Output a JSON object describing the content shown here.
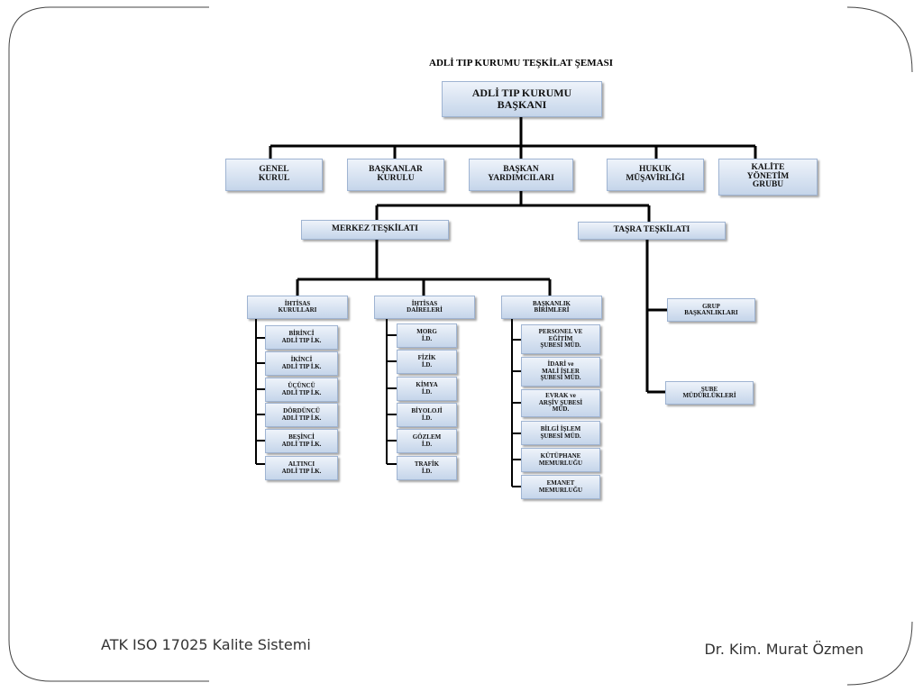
{
  "chart": {
    "title": "ADLİ TIP KURUMU TEŞKİLAT ŞEMASI",
    "president": "ADLİ TIP KURUMU\nBAŞKANI",
    "top_units": [
      "GENEL\nKURUL",
      "BAŞKANLAR\nKURULU",
      "BAŞKAN\nYARDIMCILARI",
      "HUKUK\nMÜŞAVİRLİĞİ",
      "KALİTE\nYÖNETİM\nGRUBU"
    ],
    "central": "MERKEZ TEŞKİLATI",
    "provincial": "TAŞRA TEŞKİLATI",
    "group_headers": [
      "İHTİSAS\nKURULLARI",
      "İHTİSAS\nDAİRELERİ",
      "BAŞKANLIK\nBİRİMLERİ"
    ],
    "kurullar": [
      "BİRİNCİ\nADLİ TIP İ.K.",
      "İKİNCİ\nADLİ TIP İ.K.",
      "ÜÇÜNCÜ\nADLİ TIP İ.K.",
      "DÖRDÜNCÜ\nADLİ TIP İ.K.",
      "BEŞİNCİ\nADLİ TIP İ.K.",
      "ALTINCI\nADLİ TIP İ.K."
    ],
    "daireler": [
      "MORG\nİ.D.",
      "FİZİK\nİ.D.",
      "KİMYA\nİ.D.",
      "BİYOLOJİ\nİ.D.",
      "GÖZLEM\nİ.D.",
      "TRAFİK\nİ.D."
    ],
    "birimler": [
      "PERSONEL VE\nEĞİTİM\nŞUBESİ MÜD.",
      "İDARİ ve\nMALİ İŞLER\nŞUBESİ MÜD.",
      "EVRAK ve\nARŞİV ŞUBESİ\nMÜD.",
      "BİLGİ İŞLEM\nŞUBESİ MÜD.",
      "KÜTÜPHANE\nMEMURLUĞU",
      "EMANET\nMEMURLUĞU"
    ],
    "tasra_units": [
      "GRUP\nBAŞKANLIKLARI",
      "ŞUBE\nMÜDÜRLÜKLERİ"
    ]
  },
  "footer": {
    "left": "ATK ISO 17025 Kalite Sistemi",
    "right": "Dr. Kim. Murat Özmen"
  },
  "colors": {
    "box_gradient_top": "#eef3fa",
    "box_gradient_bottom": "#c5d5ea",
    "connector": "#000000",
    "frame": "#444444"
  }
}
